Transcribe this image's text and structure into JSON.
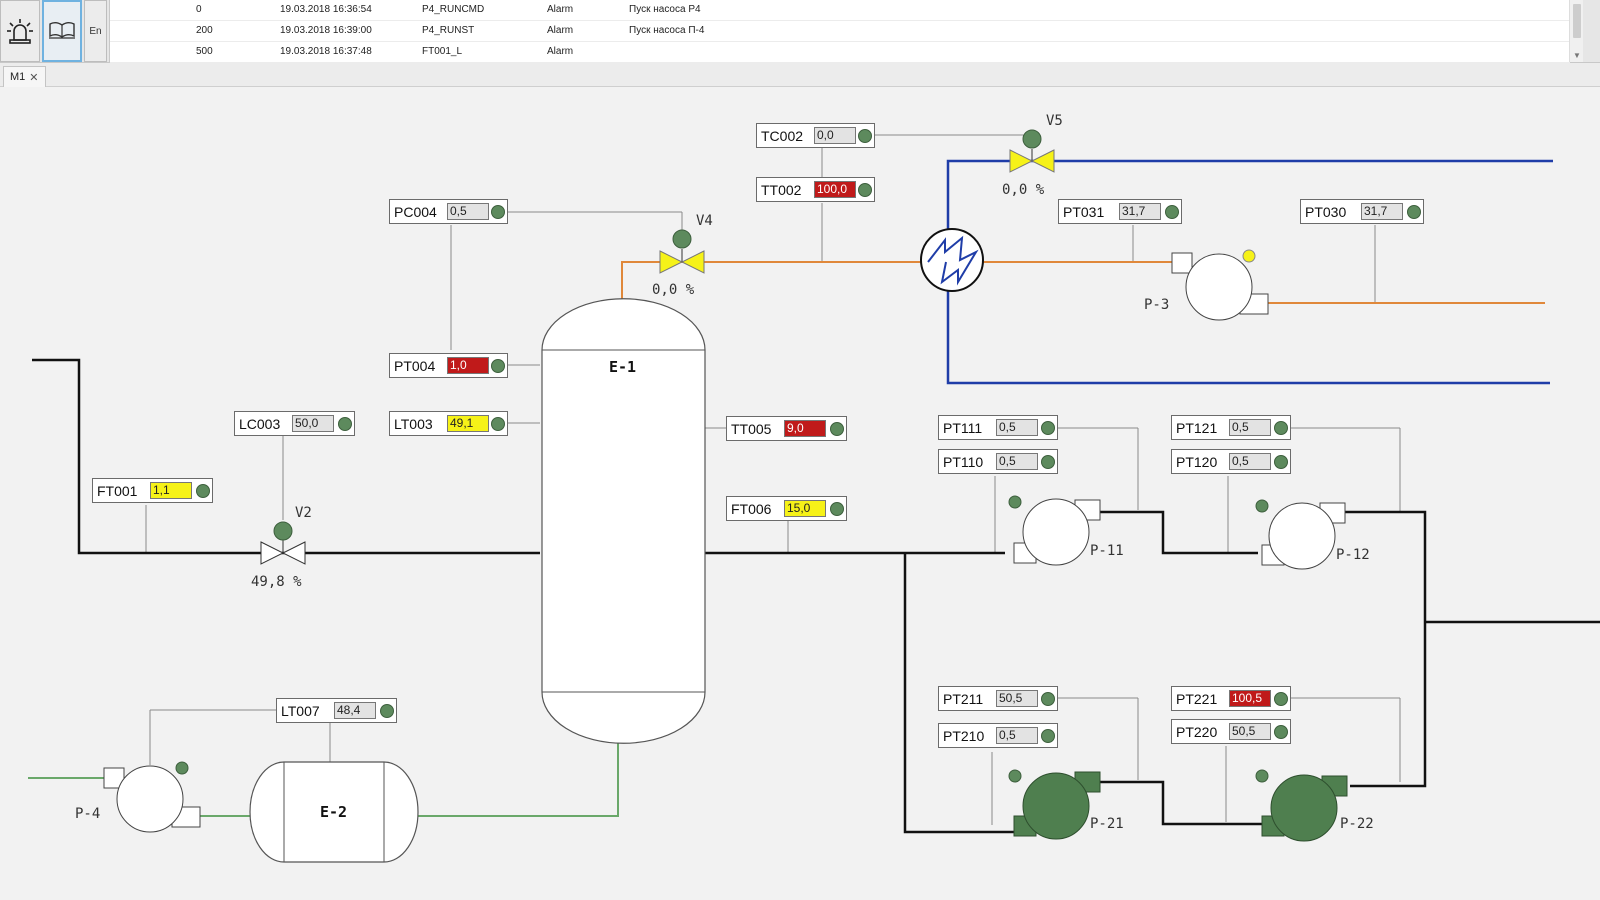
{
  "toolbar": {
    "lang_label": "En"
  },
  "alarms": [
    {
      "priority": "0",
      "time": "19.03.2018 16:36:54",
      "tag": "P4_RUNCMD",
      "type": "Alarm",
      "message": "Пуск насоса Р4"
    },
    {
      "priority": "200",
      "time": "19.03.2018 16:39:00",
      "tag": "P4_RUNST",
      "type": "Alarm",
      "message": "Пуск насоса П-4"
    },
    {
      "priority": "500",
      "time": "19.03.2018 16:37:48",
      "tag": "FT001_L",
      "type": "Alarm",
      "message": ""
    }
  ],
  "tabs": [
    {
      "label": "M1"
    }
  ],
  "widgets": {
    "TC002": {
      "tag": "TC002",
      "value": "0,0",
      "state": "normal"
    },
    "TT002": {
      "tag": "TT002",
      "value": "100,0",
      "state": "alarm"
    },
    "PC004": {
      "tag": "PC004",
      "value": "0,5",
      "state": "normal"
    },
    "PT004": {
      "tag": "PT004",
      "value": "1,0",
      "state": "alarm"
    },
    "LC003": {
      "tag": "LC003",
      "value": "50,0",
      "state": "normal"
    },
    "LT003": {
      "tag": "LT003",
      "value": "49,1",
      "state": "warn"
    },
    "FT001": {
      "tag": "FT001",
      "value": "1,1",
      "state": "warn"
    },
    "TT005": {
      "tag": "TT005",
      "value": "9,0",
      "state": "alarm"
    },
    "FT006": {
      "tag": "FT006",
      "value": "15,0",
      "state": "warn"
    },
    "PT031": {
      "tag": "PT031",
      "value": "31,7",
      "state": "normal"
    },
    "PT030": {
      "tag": "PT030",
      "value": "31,7",
      "state": "normal"
    },
    "PT111": {
      "tag": "PT111",
      "value": "0,5",
      "state": "normal"
    },
    "PT110": {
      "tag": "PT110",
      "value": "0,5",
      "state": "normal"
    },
    "PT121": {
      "tag": "PT121",
      "value": "0,5",
      "state": "normal"
    },
    "PT120": {
      "tag": "PT120",
      "value": "0,5",
      "state": "normal"
    },
    "PT211": {
      "tag": "PT211",
      "value": "50,5",
      "state": "normal"
    },
    "PT210": {
      "tag": "PT210",
      "value": "0,5",
      "state": "normal"
    },
    "PT221": {
      "tag": "PT221",
      "value": "100,5",
      "state": "alarm"
    },
    "PT220": {
      "tag": "PT220",
      "value": "50,5",
      "state": "normal"
    },
    "LT007": {
      "tag": "LT007",
      "value": "48,4",
      "state": "normal"
    }
  },
  "valves": {
    "V2": {
      "name": "V2",
      "position": "49,8 %"
    },
    "V4": {
      "name": "V4",
      "position": "0,0 %"
    },
    "V5": {
      "name": "V5",
      "position": "0,0 %"
    }
  },
  "vessels": {
    "E1": "E-1",
    "E2": "E-2"
  },
  "pumps": {
    "P3": {
      "name": "P-3",
      "running": false
    },
    "P4": {
      "name": "P-4",
      "running": false
    },
    "P11": {
      "name": "P-11",
      "running": false
    },
    "P12": {
      "name": "P-12",
      "running": false
    },
    "P21": {
      "name": "P-21",
      "running": true
    },
    "P22": {
      "name": "P-22",
      "running": true
    }
  },
  "colors": {
    "alarm": "#c01a1a",
    "warn": "#f6f218",
    "normal": "#e3e3e3",
    "pipe_black": "#111111",
    "pipe_orange": "#e0883a",
    "pipe_blue": "#1f3da8",
    "pipe_green": "#6aa86a",
    "pump_running": "#4f7f4f",
    "indicator_green": "#5d8a5d",
    "indicator_yellow": "#f6f218",
    "valve_yellow": "#f6f218"
  }
}
